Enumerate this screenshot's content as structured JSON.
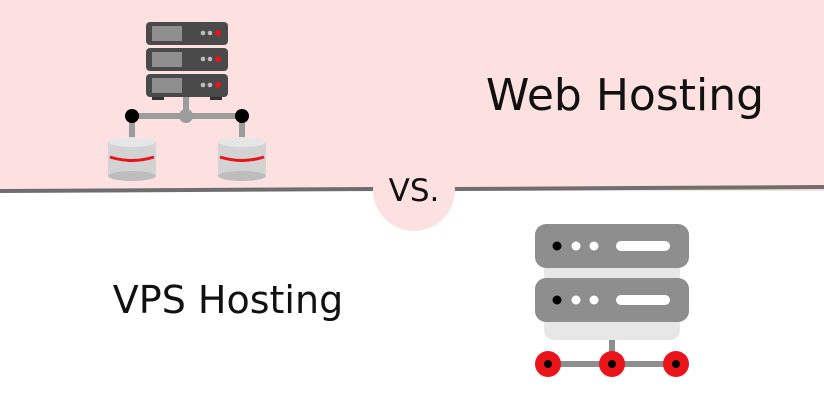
{
  "colors": {
    "top_background": "#fde1e1",
    "bottom_background": "#ffffff",
    "divider": "#6e6e6e",
    "vs_badge": "#fde1e1",
    "accent_red": "#e8141a",
    "text": "#111111"
  },
  "web_hosting": {
    "title": "Web Hosting",
    "icon": "shared-server-rack-icon"
  },
  "vps_hosting": {
    "title": "VPS Hosting",
    "icon": "vps-server-network-icon"
  },
  "comparison": {
    "vs_label": "VS."
  }
}
